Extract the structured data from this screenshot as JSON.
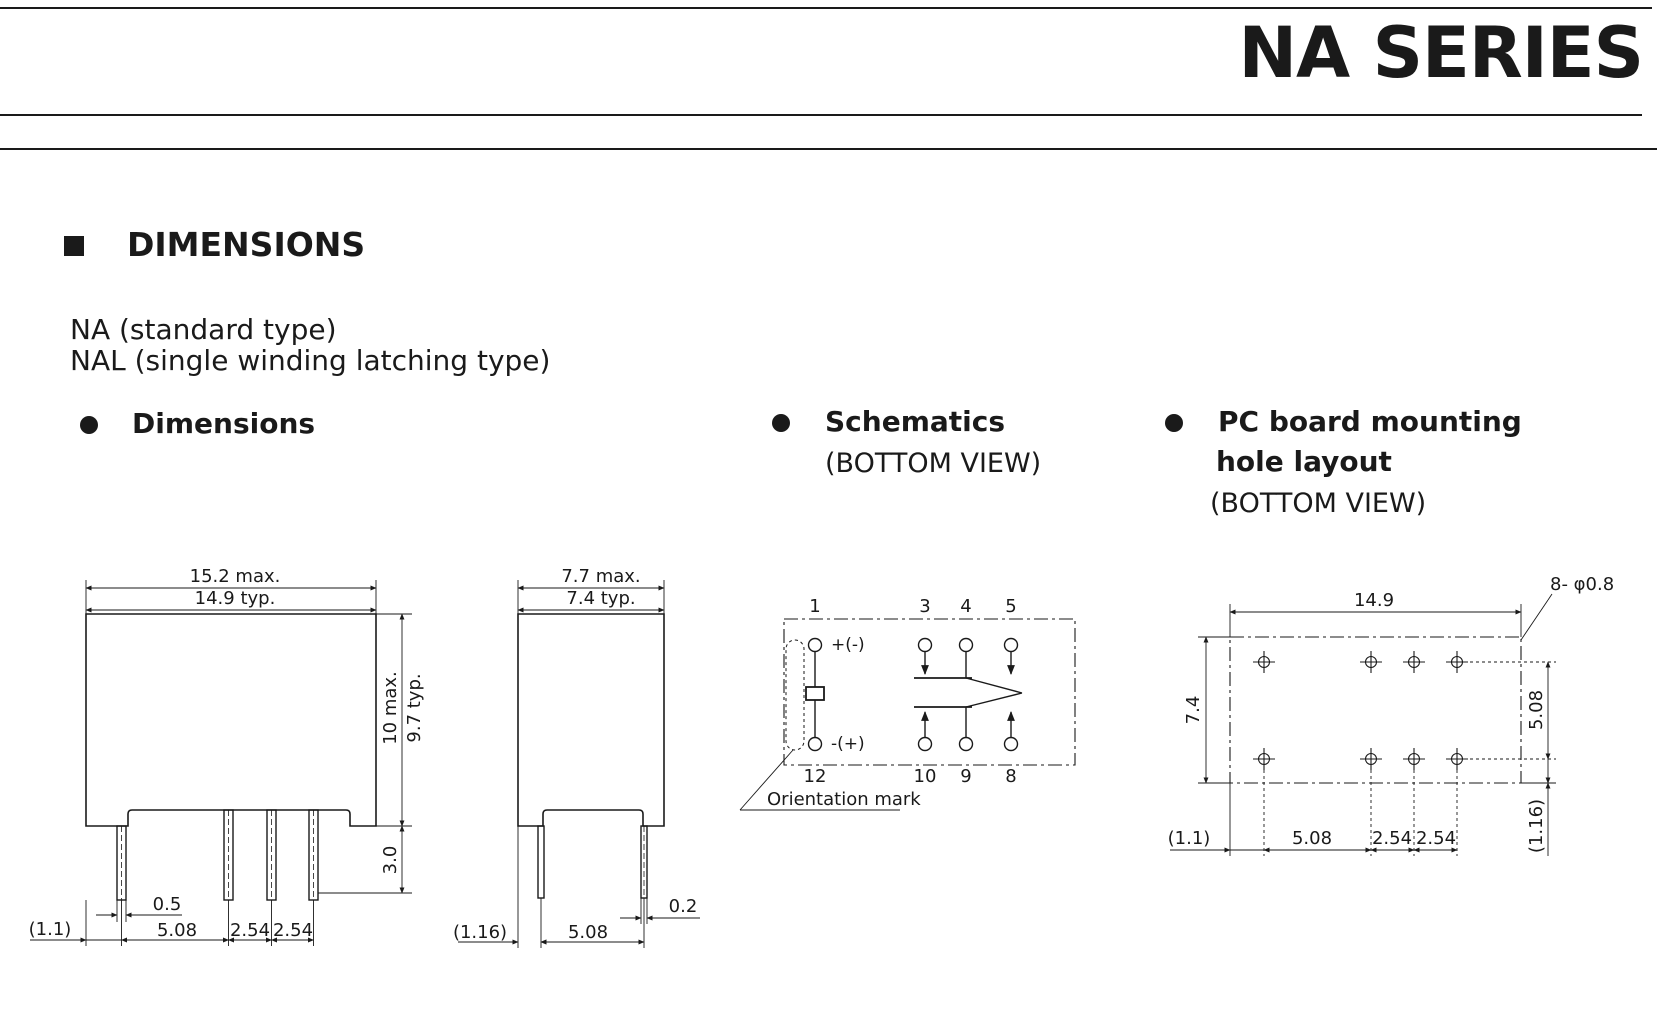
{
  "header": {
    "series_title": "NA SERIES"
  },
  "section": {
    "title": "DIMENSIONS"
  },
  "types": [
    "NA (standard type)",
    "NAL (single winding latching type)"
  ],
  "subsections": {
    "dimensions": {
      "title": "Dimensions"
    },
    "schematics": {
      "title": "Schematics",
      "note": "(BOTTOM VIEW)"
    },
    "pcb": {
      "title_line1": "PC board mounting",
      "title_line2": "hole layout",
      "note": "(BOTTOM VIEW)"
    }
  },
  "front_view": {
    "width_max": "15.2 max.",
    "width_typ": "14.9 typ.",
    "height_max": "10 max.",
    "height_typ": "9.7 typ.",
    "pin_length": "3.0",
    "pin_width": "0.5",
    "edge_offset": "(1.1)",
    "pitch_main": "5.08",
    "pitch_a": "2.54",
    "pitch_b": "2.54"
  },
  "side_view": {
    "width_max": "7.7 max.",
    "width_typ": "7.4 typ.",
    "pin_thickness": "0.2",
    "edge_offset": "(1.16)",
    "pitch": "5.08"
  },
  "schematic": {
    "pins_top": [
      "1",
      "3",
      "4",
      "5"
    ],
    "pins_bottom": [
      "12",
      "10",
      "9",
      "8"
    ],
    "coil_plus": "+(-)",
    "coil_minus": "-(+)",
    "orientation_mark": "Orientation mark"
  },
  "pcb_layout": {
    "holes": "8- φ0.8",
    "width": "14.9",
    "height": "7.4",
    "row_pitch": "5.08",
    "edge_offset_x": "(1.1)",
    "edge_offset_y": "(1.16)",
    "pitch_main": "5.08",
    "pitch_a": "2.54",
    "pitch_b": "2.54"
  }
}
